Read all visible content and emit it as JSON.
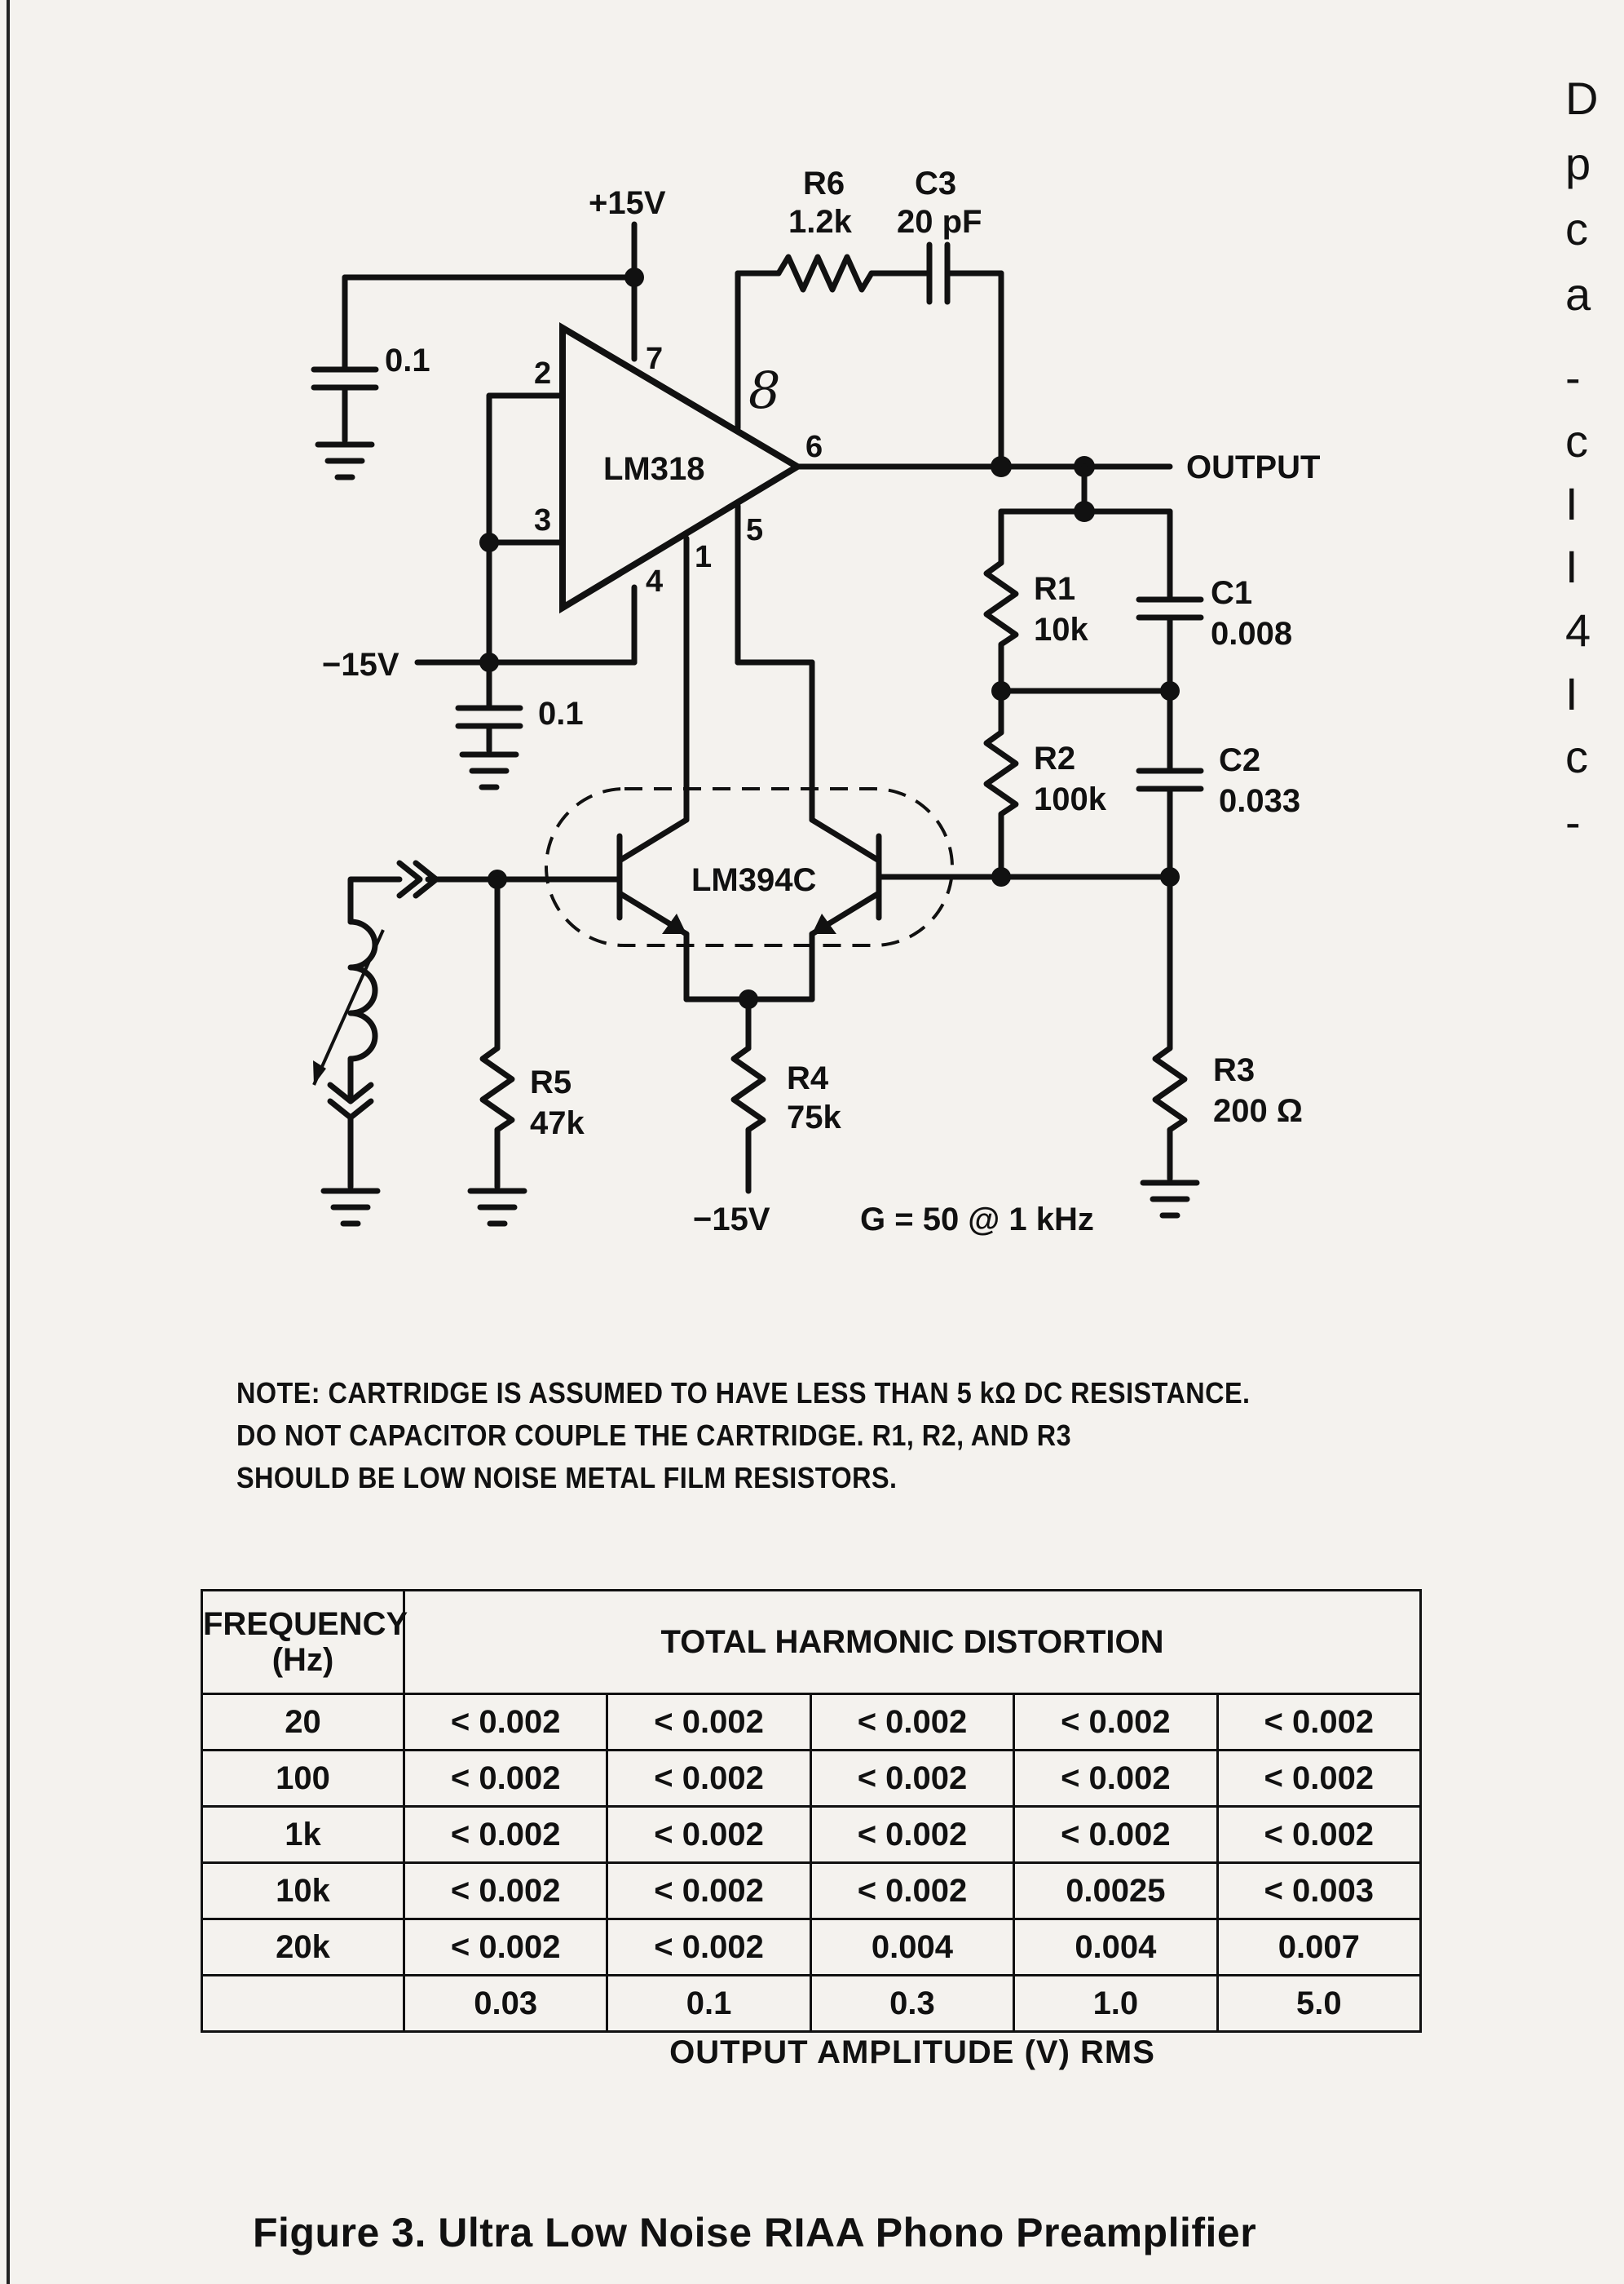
{
  "schematic": {
    "supply_pos": "+15V",
    "supply_neg_left": "−15V",
    "supply_neg_bottom": "−15V",
    "opamp": "LM318",
    "pair": "LM394C",
    "pins": {
      "p2": "2",
      "p3": "3",
      "p4": "4",
      "p7": "7",
      "p6": "6",
      "p1": "1",
      "p5": "5",
      "handwritten_8": "8"
    },
    "output_label": "OUTPUT",
    "cap_top": "0.1",
    "cap_bottom": "0.1",
    "r6": {
      "name": "R6",
      "value": "1.2k"
    },
    "c3": {
      "name": "C3",
      "value": "20 pF"
    },
    "r1": {
      "name": "R1",
      "value": "10k"
    },
    "c1": {
      "name": "C1",
      "value": "0.008"
    },
    "r2": {
      "name": "R2",
      "value": "100k"
    },
    "c2": {
      "name": "C2",
      "value": "0.033"
    },
    "r3": {
      "name": "R3",
      "value": "200 Ω"
    },
    "r4": {
      "name": "R4",
      "value": "75k"
    },
    "r5": {
      "name": "R5",
      "value": "47k"
    },
    "gain": "G = 50 @ 1 kHz"
  },
  "note": [
    "NOTE:  CARTRIDGE IS ASSUMED TO HAVE LESS THAN 5 kΩ DC RESISTANCE.",
    "DO NOT CAPACITOR COUPLE THE CARTRIDGE. R1, R2, AND R3",
    "SHOULD BE LOW NOISE METAL FILM RESISTORS."
  ],
  "table": {
    "freq_header_line1": "FREQUENCY",
    "freq_header_line2": "(Hz)",
    "thd_header": "TOTAL HARMONIC DISTORTION",
    "rows": [
      {
        "freq": "20",
        "values": [
          "< 0.002",
          "< 0.002",
          "< 0.002",
          "< 0.002",
          "< 0.002"
        ]
      },
      {
        "freq": "100",
        "values": [
          "< 0.002",
          "< 0.002",
          "< 0.002",
          "< 0.002",
          "< 0.002"
        ]
      },
      {
        "freq": "1k",
        "values": [
          "< 0.002",
          "< 0.002",
          "< 0.002",
          "< 0.002",
          "< 0.002"
        ]
      },
      {
        "freq": "10k",
        "values": [
          "< 0.002",
          "< 0.002",
          "< 0.002",
          "0.0025",
          "< 0.003"
        ]
      },
      {
        "freq": "20k",
        "values": [
          "< 0.002",
          "< 0.002",
          "0.004",
          "0.004",
          "0.007"
        ]
      }
    ],
    "amplitudes": [
      "0.03",
      "0.1",
      "0.3",
      "1.0",
      "5.0"
    ],
    "footer": "OUTPUT AMPLITUDE (V) RMS"
  },
  "caption": "Figure 3.  Ultra Low Noise RIAA Phono Preamplifier",
  "edge_glyphs": [
    "D",
    "p",
    "c",
    "a",
    "-",
    "c",
    "I",
    "I",
    "4",
    "I",
    "c",
    "-"
  ]
}
